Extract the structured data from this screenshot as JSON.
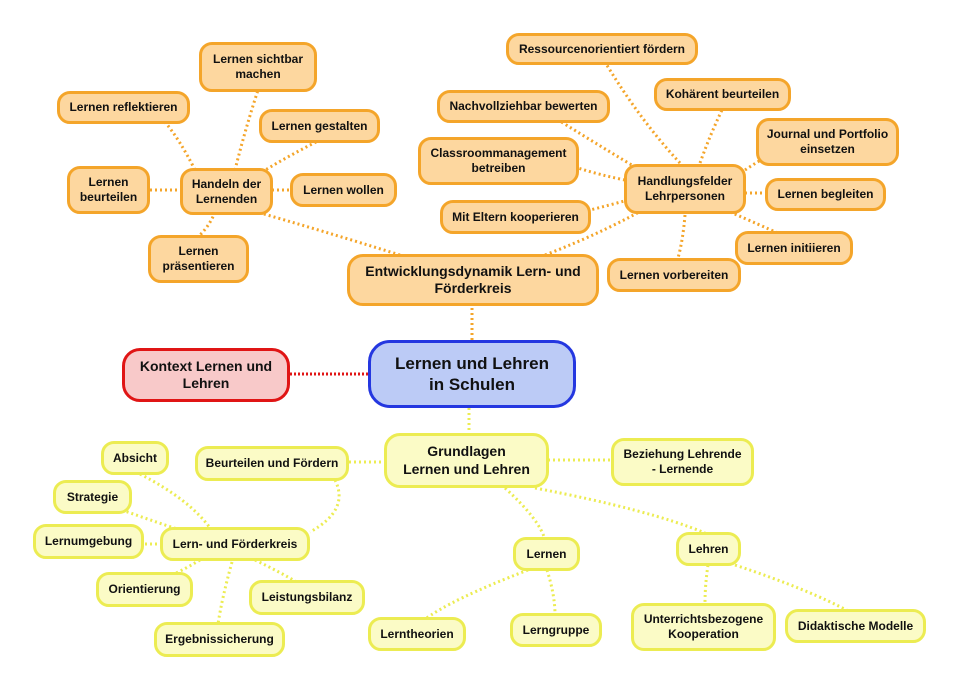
{
  "center": "Lernen und Lehren\nin Schulen",
  "kontext": "Kontext Lernen und\nLehren",
  "entwicklung": {
    "title": "Entwicklungsdynamik Lern- und\nFörderkreis",
    "handeln": {
      "label": "Handeln der\nLernenden",
      "sichtbar": "Lernen sichtbar\nmachen",
      "reflektieren": "Lernen reflektieren",
      "gestalten": "Lernen gestalten",
      "beurteilen": "Lernen\nbeurteilen",
      "wollen": "Lernen wollen",
      "praesentieren": "Lernen\npräsentieren"
    },
    "handlungsfelder": {
      "label": "Handlungsfelder\nLehrpersonen",
      "ressourcen": "Ressourcenorientiert fördern",
      "nachvollziehbar": "Nachvollziehbar bewerten",
      "kohaerent": "Kohärent beurteilen",
      "journal": "Journal und Portfolio\neinsetzen",
      "classroom": "Classroommanagement\nbetreiben",
      "begleiten": "Lernen begleiten",
      "eltern": "Mit Eltern kooperieren",
      "initiieren": "Lernen initiieren",
      "vorbereiten": "Lernen vorbereiten"
    }
  },
  "grundlagen": {
    "title": "Grundlagen\nLernen und Lehren",
    "beziehung": "Beziehung Lehrende\n- Lernende",
    "beurteilen_foerdern": "Beurteilen und Fördern",
    "foerderkreis": {
      "label": "Lern- und Förderkreis",
      "absicht": "Absicht",
      "strategie": "Strategie",
      "lernumgebung": "Lernumgebung",
      "orientierung": "Orientierung",
      "leistungsbilanz": "Leistungsbilanz",
      "ergebnissicherung": "Ergebnissicherung"
    },
    "lernen": {
      "label": "Lernen",
      "lerntheorien": "Lerntheorien",
      "lerngruppe": "Lerngruppe"
    },
    "lehren": {
      "label": "Lehren",
      "kooperation": "Unterrichtsbezogene\nKooperation",
      "didaktik": "Didaktische Modelle"
    }
  },
  "colors": {
    "orange_fill": "#fdd79f",
    "orange_border": "#f4a52a",
    "yellow_fill": "#fbfbc6",
    "yellow_border": "#ecec52",
    "center_fill": "#bccbf6",
    "center_border": "#2437e0",
    "red_fill": "#f8c9c9",
    "red_border": "#e01515"
  }
}
